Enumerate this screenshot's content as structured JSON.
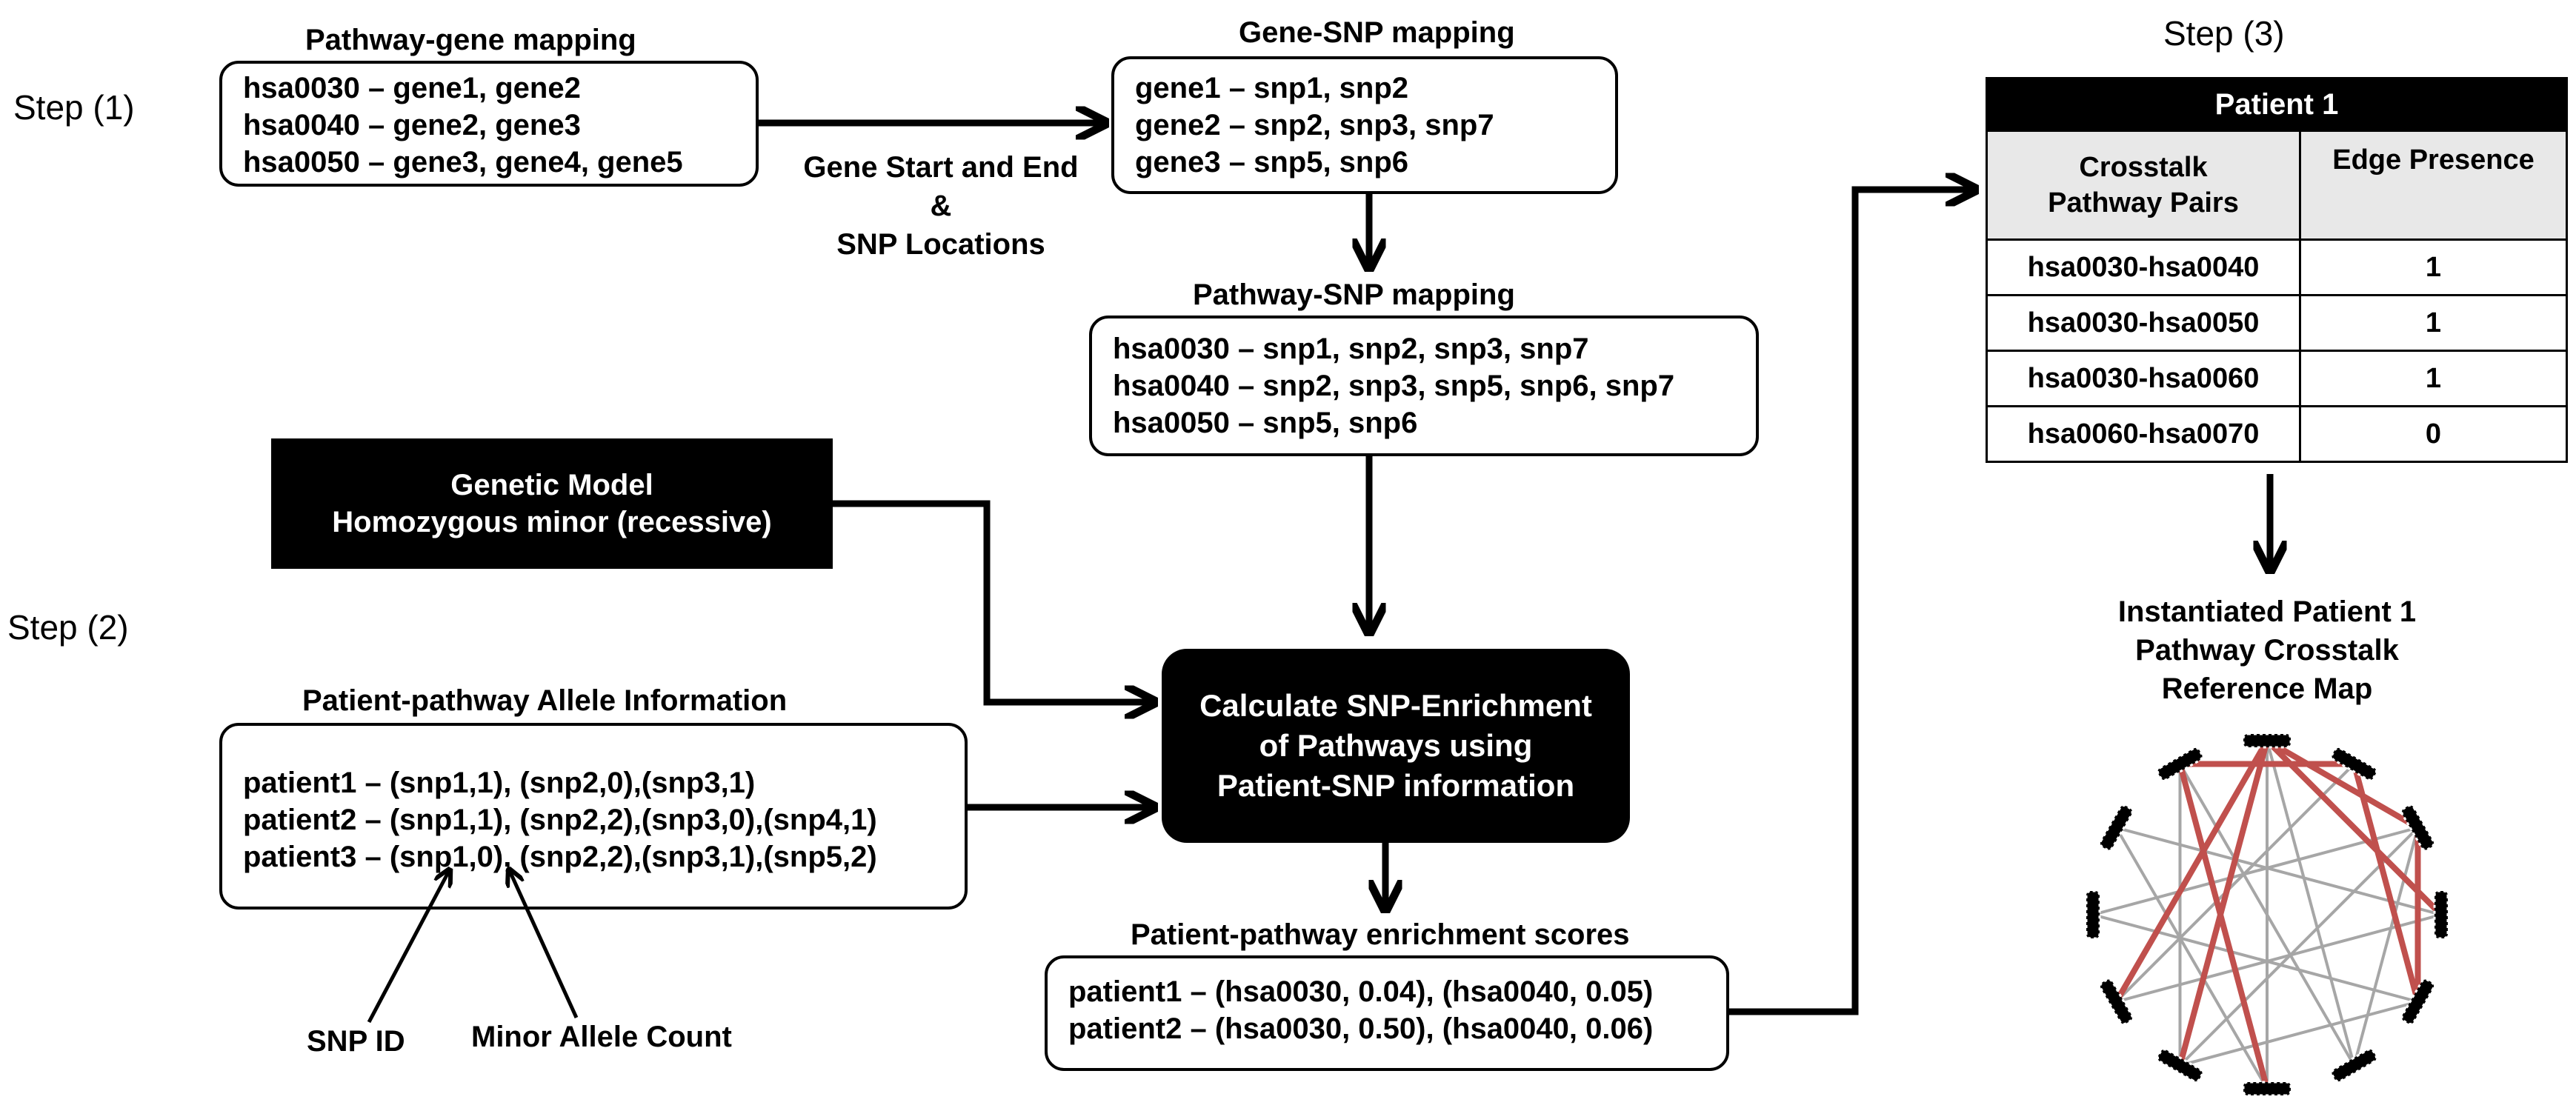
{
  "steps": {
    "step1": "Step (1)",
    "step2": "Step (2)",
    "step3": "Step (3)"
  },
  "pathway_gene": {
    "title": "Pathway-gene mapping",
    "lines": [
      "hsa0030 – gene1, gene2",
      "hsa0040 – gene2, gene3",
      "hsa0050 – gene3, gene4, gene5"
    ]
  },
  "gene_snp": {
    "title": "Gene-SNP mapping",
    "lines": [
      "gene1 – snp1, snp2",
      "gene2 – snp2, snp3, snp7",
      "gene3 – snp5, snp6"
    ]
  },
  "arrow_label": {
    "lines": [
      "Gene Start and End",
      "&",
      "SNP Locations"
    ]
  },
  "pathway_snp": {
    "title": "Pathway-SNP mapping",
    "lines": [
      "hsa0030 – snp1, snp2, snp3, snp7",
      "hsa0040 – snp2, snp3, snp5, snp6, snp7",
      "hsa0050 – snp5, snp6"
    ]
  },
  "genetic_model": {
    "lines": [
      "Genetic Model",
      "Homozygous minor (recessive)"
    ]
  },
  "allele_info": {
    "title": "Patient-pathway Allele Information",
    "lines": [
      "patient1 – (snp1,1), (snp2,0),(snp3,1)",
      "patient2 – (snp1,1), (snp2,2),(snp3,0),(snp4,1)",
      "patient3 – (snp1,0), (snp2,2),(snp3,1),(snp5,2)"
    ]
  },
  "calc_box": {
    "lines": [
      "Calculate SNP-Enrichment",
      "of Pathways using",
      "Patient-SNP information"
    ]
  },
  "enrichment": {
    "title": "Patient-pathway enrichment scores",
    "lines": [
      "patient1 – (hsa0030, 0.04), (hsa0040, 0.05)",
      "patient2 – (hsa0030, 0.50), (hsa0040, 0.06)"
    ]
  },
  "annotations": {
    "snp_id": "SNP ID",
    "minor_allele": "Minor Allele Count"
  },
  "patient_table": {
    "title": "Patient 1",
    "col1": [
      "Crosstalk",
      "Pathway Pairs"
    ],
    "col2": "Edge Presence",
    "rows": [
      {
        "pair": "hsa0030-hsa0040",
        "edge": "1"
      },
      {
        "pair": "hsa0030-hsa0050",
        "edge": "1"
      },
      {
        "pair": "hsa0030-hsa0060",
        "edge": "1"
      },
      {
        "pair": "hsa0060-hsa0070",
        "edge": "0"
      }
    ]
  },
  "reference_map": {
    "title_lines": [
      "Instantiated Patient 1",
      "Pathway Crosstalk",
      "Reference Map"
    ],
    "colors": {
      "red_edge": "#c0504d",
      "grey_edge": "#a6a6a6"
    }
  }
}
